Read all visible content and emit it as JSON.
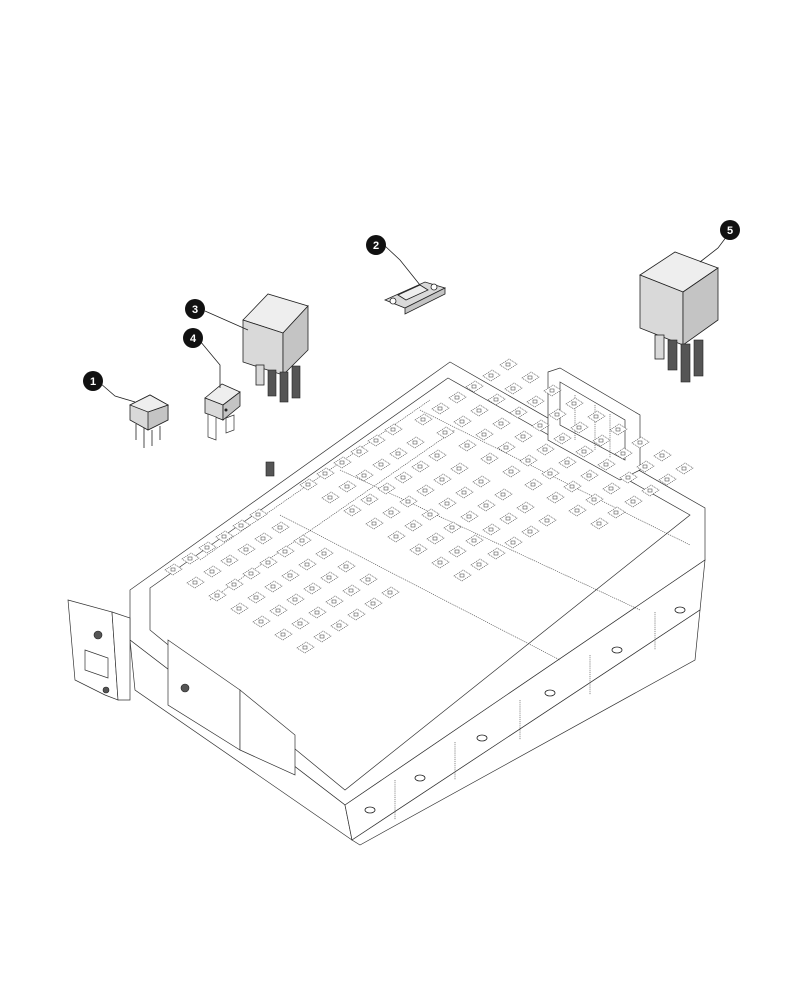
{
  "callouts": [
    {
      "label": "1"
    },
    {
      "label": "2"
    },
    {
      "label": "3"
    },
    {
      "label": "4"
    },
    {
      "label": "5"
    }
  ],
  "colors": {
    "line": "#222222",
    "part_fill": "#d9d9d9",
    "callout_fill": "#111111",
    "background": "#ffffff"
  }
}
